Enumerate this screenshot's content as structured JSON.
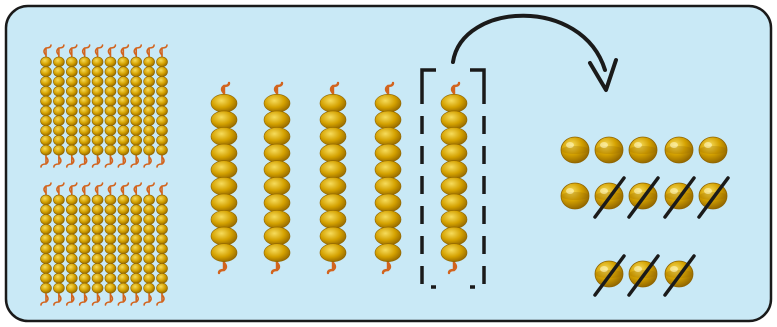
{
  "colors": {
    "panel_fill": "#c9e9f6",
    "panel_stroke": "#1a1a1a",
    "bead_dark": "#8f6400",
    "bead_mid": "#d4a100",
    "bead_light": "#f6dc5c",
    "wire": "#d2641e",
    "arrow": "#1a1a1a",
    "dashed_box": "#1a1a1a",
    "strike": "#1a1a1a"
  },
  "model": {
    "hundreds_squares": 2,
    "tens_rods": 5,
    "regrouped_ten_rods": 1,
    "unit_beads_total": 13,
    "unit_beads_crossed_out": 7,
    "beads_per_rod": 10
  },
  "icons": {
    "hundred": "bead-square-icon",
    "ten": "bead-rod-icon",
    "unit": "unit-bead-icon",
    "exchange": "curved-arrow-icon",
    "crossed": "strike-through-icon"
  }
}
